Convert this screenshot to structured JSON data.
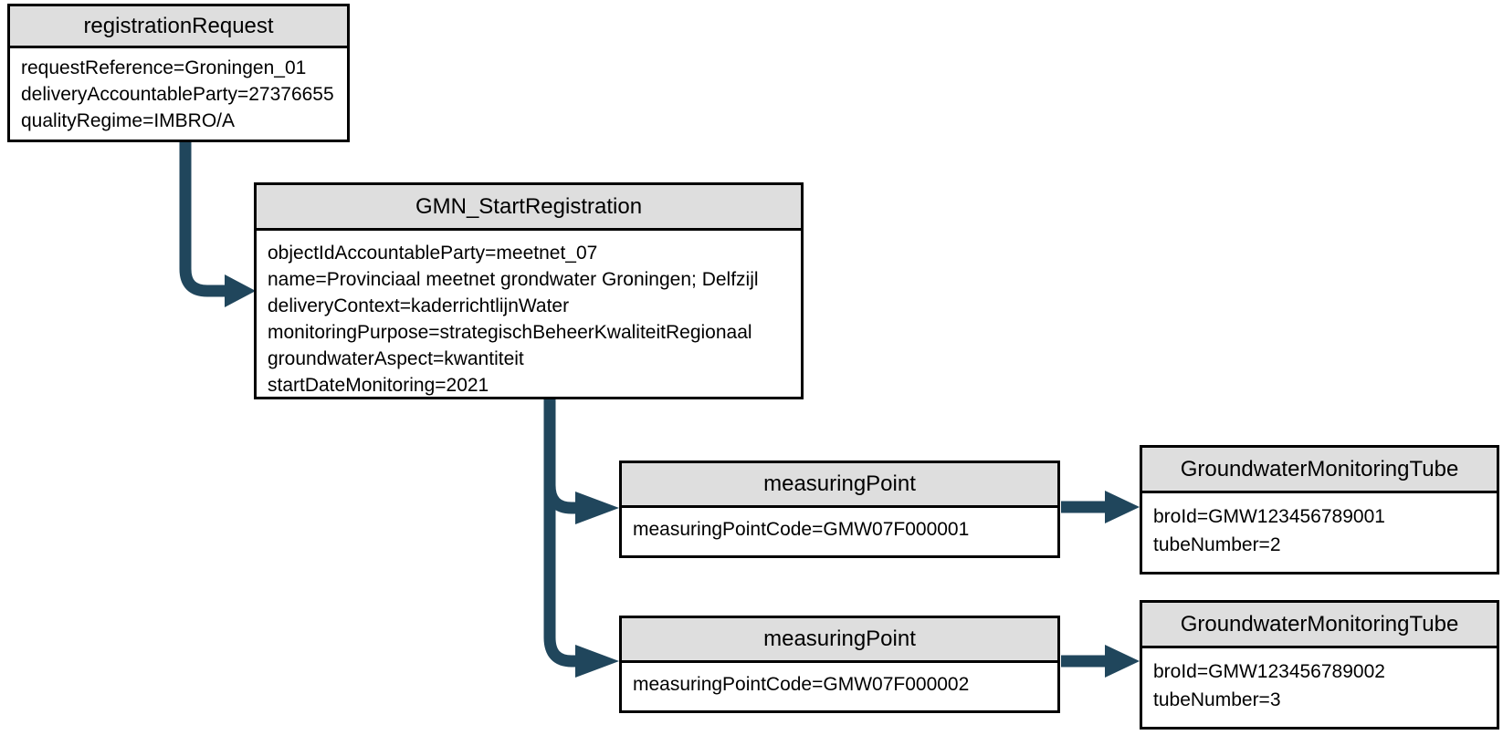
{
  "diagram": {
    "colors": {
      "arrow": "#20465C",
      "header_fill": "#DEDEDE",
      "border": "#000000"
    },
    "nodes": {
      "registration_request": {
        "title": "registrationRequest",
        "fields": [
          "requestReference=Groningen_01",
          "deliveryAccountableParty=27376655",
          "qualityRegime=IMBRO/A"
        ]
      },
      "gmn_start_registration": {
        "title": "GMN_StartRegistration",
        "fields": [
          "objectIdAccountableParty=meetnet_07",
          "name=Provinciaal meetnet grondwater Groningen; Delfzijl",
          "deliveryContext=kaderrichtlijnWater",
          "monitoringPurpose=strategischBeheerKwaliteitRegionaal",
          "groundwaterAspect=kwantiteit",
          "startDateMonitoring=2021"
        ]
      },
      "measuring_point_1": {
        "title": "measuringPoint",
        "fields": [
          "measuringPointCode=GMW07F000001"
        ]
      },
      "measuring_point_2": {
        "title": "measuringPoint",
        "fields": [
          "measuringPointCode=GMW07F000002"
        ]
      },
      "tube_1": {
        "title": "GroundwaterMonitoringTube",
        "fields": [
          "broId=GMW123456789001",
          "tubeNumber=2"
        ]
      },
      "tube_2": {
        "title": "GroundwaterMonitoringTube",
        "fields": [
          "broId=GMW123456789002",
          "tubeNumber=3"
        ]
      }
    }
  }
}
